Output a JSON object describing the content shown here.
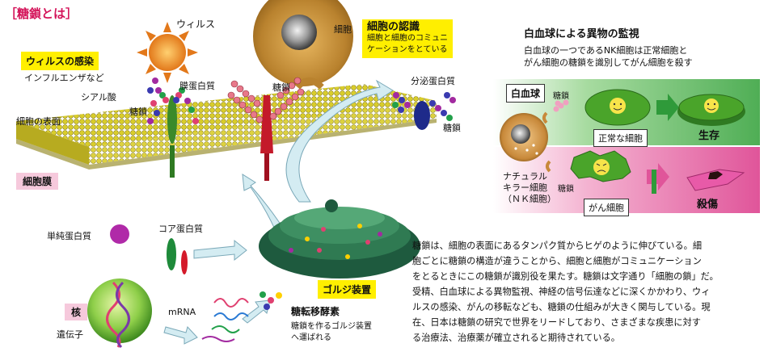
{
  "title": "［糖鎖とは］",
  "left": {
    "virus_label": "ウィルス",
    "virus_infection": "ウィルスの感染",
    "influenza": "インフルエンザなど",
    "sialic_acid": "シアル酸",
    "glycan_1": "糖鎖",
    "glycan_2": "糖鎖",
    "glycan_3": "糖鎖",
    "membrane_protein": "膜蛋白質",
    "cell_surface": "細胞の表面",
    "cell_label": "細胞",
    "cell_recognition_title": "細胞の認識",
    "cell_recognition_line1": "細胞と細胞のコミュニ",
    "cell_recognition_line2": "ケーションをとている",
    "secreted_protein": "分泌蛋白質",
    "cell_membrane": "細胞膜",
    "simple_protein": "単純蛋白質",
    "core_protein": "コア蛋白質",
    "nucleus": "核",
    "mrna": "mRNA",
    "gene": "遺伝子",
    "golgi": "ゴルジ装置",
    "glycosyltransferase": "糖転移酵素",
    "transferase_line1": "糖鎖を作るゴルジ装置",
    "transferase_line2": "へ運ばれる"
  },
  "right": {
    "title": "白血球による異物の監視",
    "subtitle_line1": "白血球の一つであるNK細胞は正常細胞と",
    "subtitle_line2": "がん細胞の糖鎖を識別してがん細胞を殺す",
    "white_blood_cell": "白血球",
    "glycan_upper": "糖鎖",
    "glycan_lower": "糖鎖",
    "normal_cell": "正常な細胞",
    "survival": "生存",
    "nk_line1": "ナチュラル",
    "nk_line2": "キラー細胞",
    "nk_line3": "（ＮＫ細胞）",
    "cancer_cell": "がん細胞",
    "killed": "殺傷"
  },
  "description_lines": [
    "糖鎖は、細胞の表面にあるタンパク質からヒゲのように伸びている。細",
    "胞ごとに糖鎖の構造が違うことから、細胞と細胞がコミュニケーション",
    "をとるときにこの糖鎖が識別役を果たす。糖鎖は文字通り「細胞の鎖」だ。",
    "受精、白血球による異物監視、神経の信号伝達などに深くかかわり、ウィ",
    "ルスの感染、がんの移転なども、糖鎖の仕組みが大きく関与している。現",
    "在、日本は糖鎖の研究で世界をリードしており、さまざまな疾患に対す",
    "る治療法、治療薬が確立されると期待されている。"
  ],
  "colors": {
    "title_red": "#d4145a",
    "label_yellow": "#ffef00",
    "label_pink": "#f6c9dc",
    "membrane_yellow": "#d8cc2a",
    "right_panel_green": "#5fb35f",
    "right_panel_pink": "#e0559a"
  },
  "icons": {
    "virus": "spiky-sun-virus",
    "arrow": "curved-arrow"
  }
}
